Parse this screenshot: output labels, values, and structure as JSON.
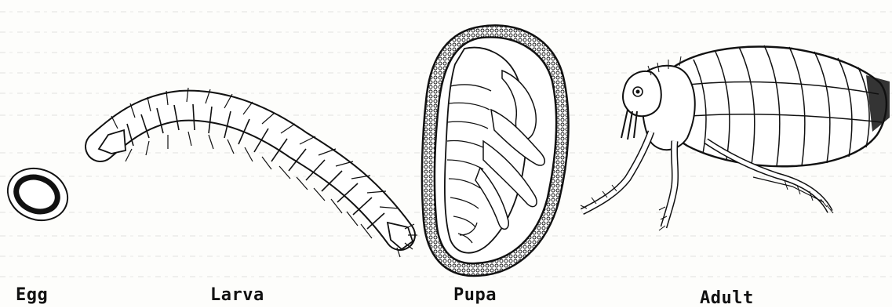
{
  "labels": {
    "egg": "Egg",
    "larva": "Larva",
    "pupa": "Pupa",
    "adult": "Adult"
  },
  "colors": {
    "ink": "#111111",
    "paper": "#fdfdfb"
  }
}
